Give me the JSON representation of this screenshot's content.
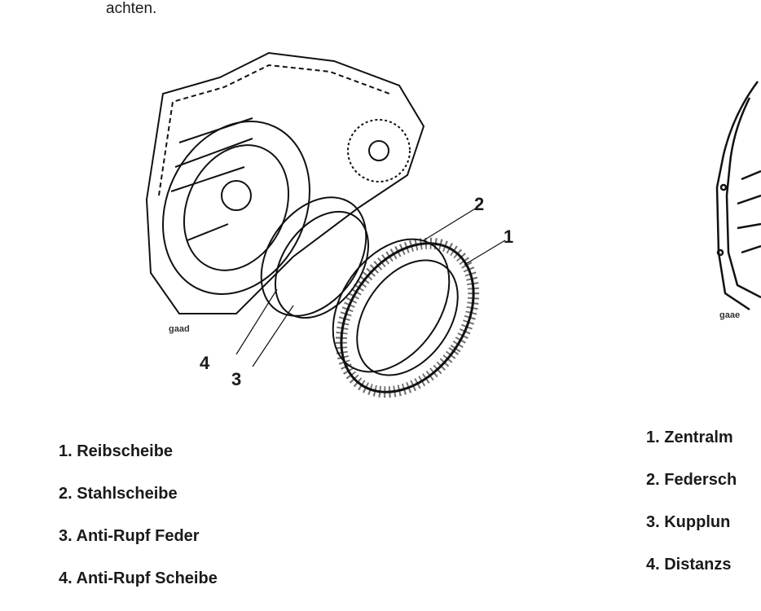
{
  "intro_text": "achten.",
  "left_figure": {
    "code": "gaad",
    "callouts": [
      "1",
      "2",
      "3",
      "4"
    ],
    "legend": [
      "1. Reibscheibe",
      "2. Stahlscheibe",
      "3. Anti-Rupf Feder",
      "4. Anti-Rupf Scheibe"
    ]
  },
  "right_figure": {
    "code": "gaae",
    "legend": [
      "1. Zentralm",
      "2. Federsch",
      "3. Kupplun",
      "4. Distanzs"
    ]
  }
}
